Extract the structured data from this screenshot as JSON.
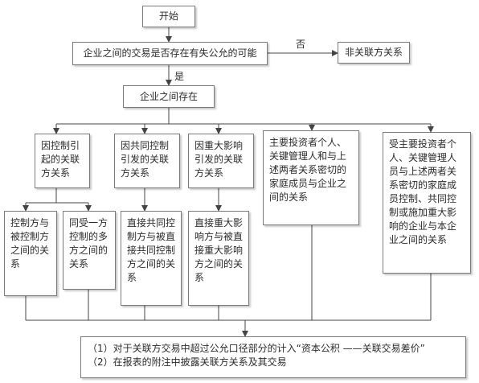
{
  "nodes": {
    "start": "开始",
    "question": "企业之间的交易是否存在有失公允的可能",
    "no_rel": "非关联方关系",
    "exists": "企业之间存在",
    "control": "因控制引\n起的关联\n方关系",
    "joint": "因共同控制\n引发的关联\n方关系",
    "influence": "因重大影响\n引发的关联\n方关系",
    "key_person": "主要投资者个人、\n关键管理人和与上\n述两者关系密切的\n家庭成员与企业之\n间的关系",
    "key_person_ctrl": "受主要投资者个\n人、关键管理人\n员与上述两者关\n系密切的家庭成\n员控制、共同控\n制或施加重大影\n响的企业与本企\n业之间的关系",
    "ctrl_a": "控制方与\n被控制方\n之间的关\n系",
    "ctrl_b": "同受一方\n控制的多\n方之间的\n关系",
    "joint_sub": "直接共同控\n制方与被直\n接共同控制\n方之间的关\n系",
    "influence_sub": "直接重大影\n响方与被直\n接重大影响\n方之间的关\n系",
    "result_1": "（1）对于关联方交易中超过公允口径部分的计入“资本公积 ——关联交易差价”",
    "result_2": "（2）在报表的附注中披露关联方关系及其交易"
  },
  "edge_labels": {
    "no": "否",
    "yes": "是"
  }
}
